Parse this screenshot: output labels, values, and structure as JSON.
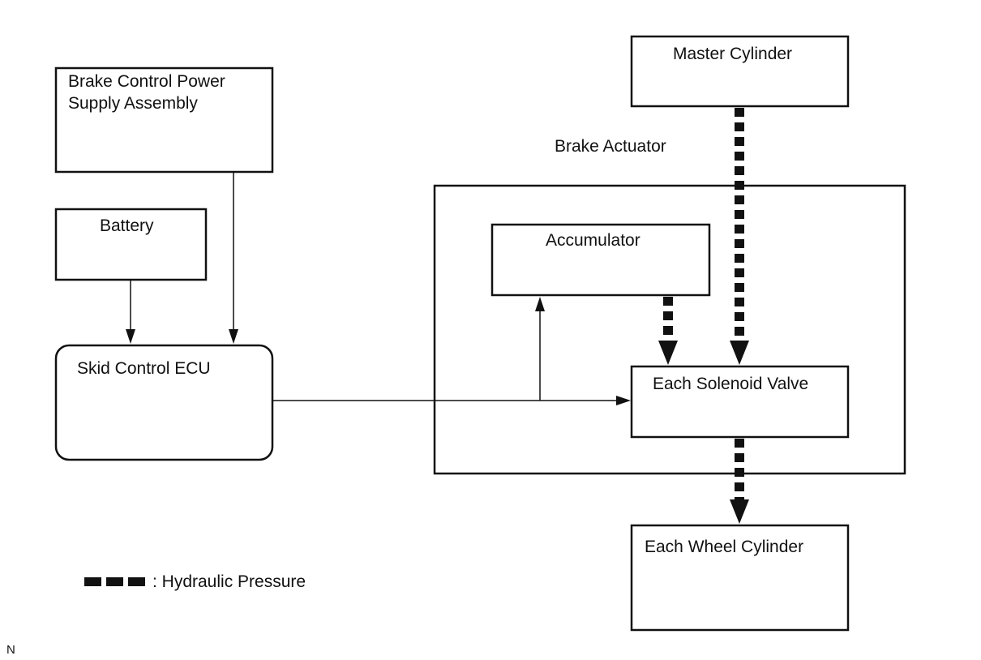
{
  "blocks": {
    "power_supply": [
      "Brake Control Power",
      "Supply Assembly"
    ],
    "battery": "Battery",
    "skid_ecu": "Skid Control ECU",
    "master_cylinder": "Master Cylinder",
    "actuator": "Brake Actuator",
    "accumulator": "Accumulator",
    "solenoid": "Each Solenoid Valve",
    "wheel_cylinder": "Each Wheel Cylinder"
  },
  "legend": {
    "text": ": Hydraulic Pressure"
  },
  "corner_mark": "N",
  "colors": {
    "line": "#111111",
    "background": "#ffffff"
  }
}
